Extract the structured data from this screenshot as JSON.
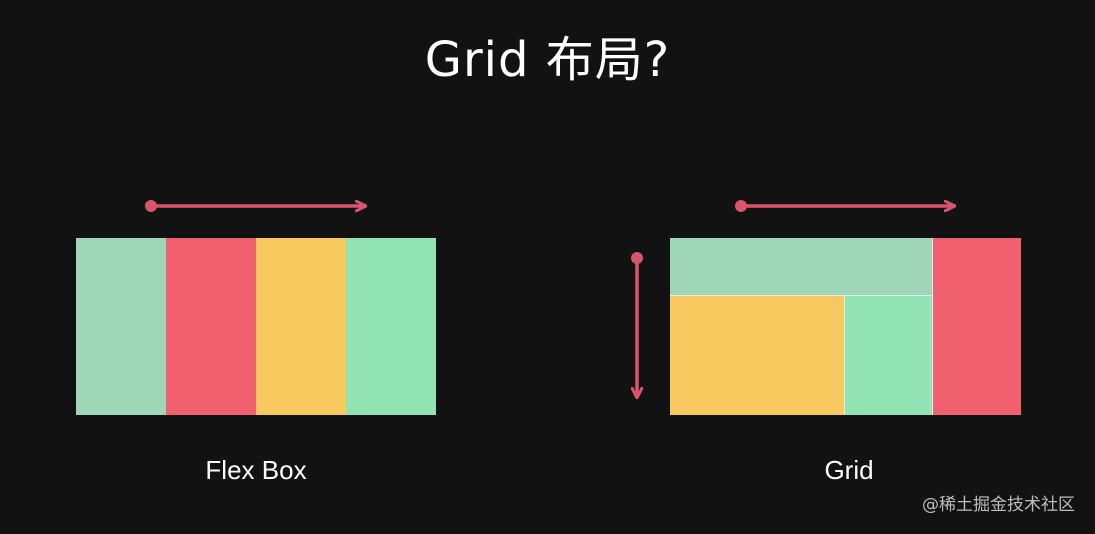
{
  "title": "Grid 布局?",
  "flex_diagram": {
    "label": "Flex Box",
    "cells": [
      {
        "name": "cell-1",
        "color": "#9fd6b8"
      },
      {
        "name": "cell-2",
        "color": "#f0606e"
      },
      {
        "name": "cell-3",
        "color": "#f7c95e"
      },
      {
        "name": "cell-4",
        "color": "#92e3b3"
      }
    ]
  },
  "grid_diagram": {
    "label": "Grid",
    "cells": [
      {
        "name": "top-wide",
        "color": "#9fd6b8"
      },
      {
        "name": "right-tall",
        "color": "#f0606e"
      },
      {
        "name": "bottom-left",
        "color": "#f7c95e"
      },
      {
        "name": "bottom-middle",
        "color": "#92e3b3"
      }
    ]
  },
  "arrow_color": "#d9556a",
  "watermark": "@稀土掘金技术社区"
}
